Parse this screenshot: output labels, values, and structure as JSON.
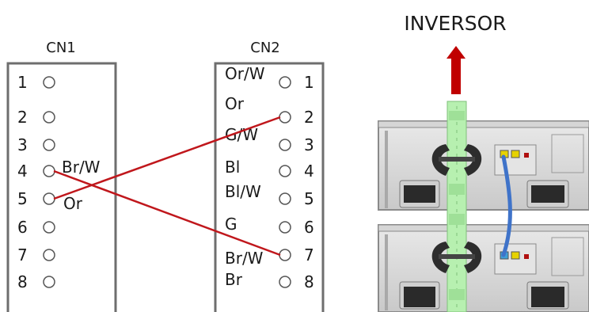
{
  "header": {
    "title": "INVERSOR"
  },
  "cn1": {
    "title": "CN1",
    "pins": [
      "1",
      "2",
      "3",
      "4",
      "5",
      "6",
      "7",
      "8"
    ],
    "wire_labels": {
      "pin4": "Br/W",
      "pin5": "Or"
    }
  },
  "cn2": {
    "title": "CN2",
    "pins": [
      "1",
      "2",
      "3",
      "4",
      "5",
      "6",
      "7",
      "8"
    ],
    "wire_labels": [
      "Or/W",
      "Or",
      "G/W",
      "Bl",
      "Bl/W",
      "G",
      "Br/W",
      "Br"
    ]
  },
  "connections": [
    {
      "from": "CN1-5",
      "to": "CN2-2"
    },
    {
      "from": "CN1-4",
      "to": "CN2-7"
    }
  ],
  "colors": {
    "wire": "#c0171c",
    "arrow": "#c00000",
    "link_cable": "#3f73c9",
    "bus_bar": "#b7f0b0",
    "panel_frame": "#6e6e6e"
  }
}
